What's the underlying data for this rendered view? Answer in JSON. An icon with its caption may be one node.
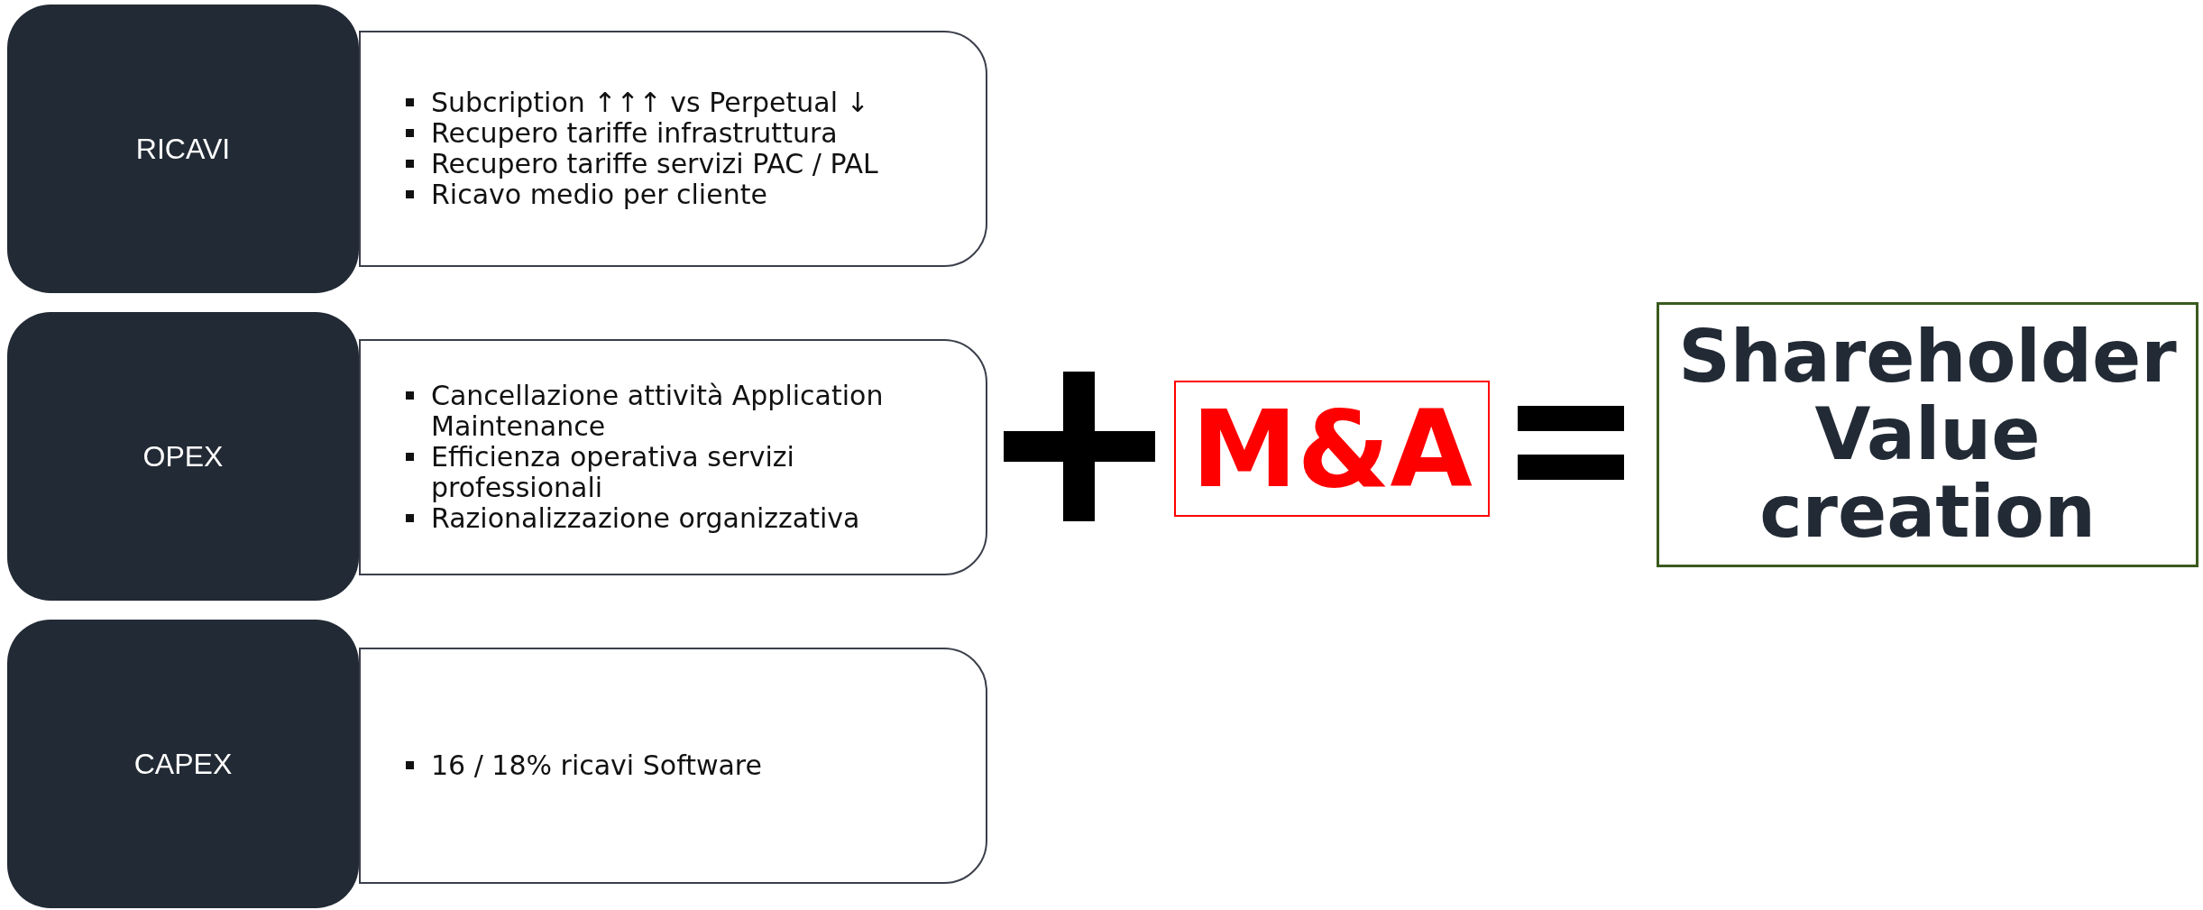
{
  "diagram": {
    "nodes": [
      {
        "text": [
          "RICAVI"
        ]
      },
      {
        "text": [
          "Subcription ↑↑↑ vs Perpetual ↓",
          "Recupero tariffe infrastruttura",
          "Recupero tariffe servizi PAC / PAL",
          "Ricavo medio per cliente"
        ]
      },
      {
        "text": [
          "OPEX"
        ]
      },
      {
        "text": [
          "Cancellazione attività Application Maintenance",
          "Efficienza operativa servizi professionali",
          "Razionalizzazione organizzativa"
        ]
      },
      {
        "text": [
          "CAPEX"
        ]
      },
      {
        "text": [
          "16 / 18% ricavi Software"
        ]
      },
      {
        "text": [
          "M&A"
        ]
      },
      {
        "text": [
          "Shareholder Value creation"
        ]
      }
    ]
  }
}
